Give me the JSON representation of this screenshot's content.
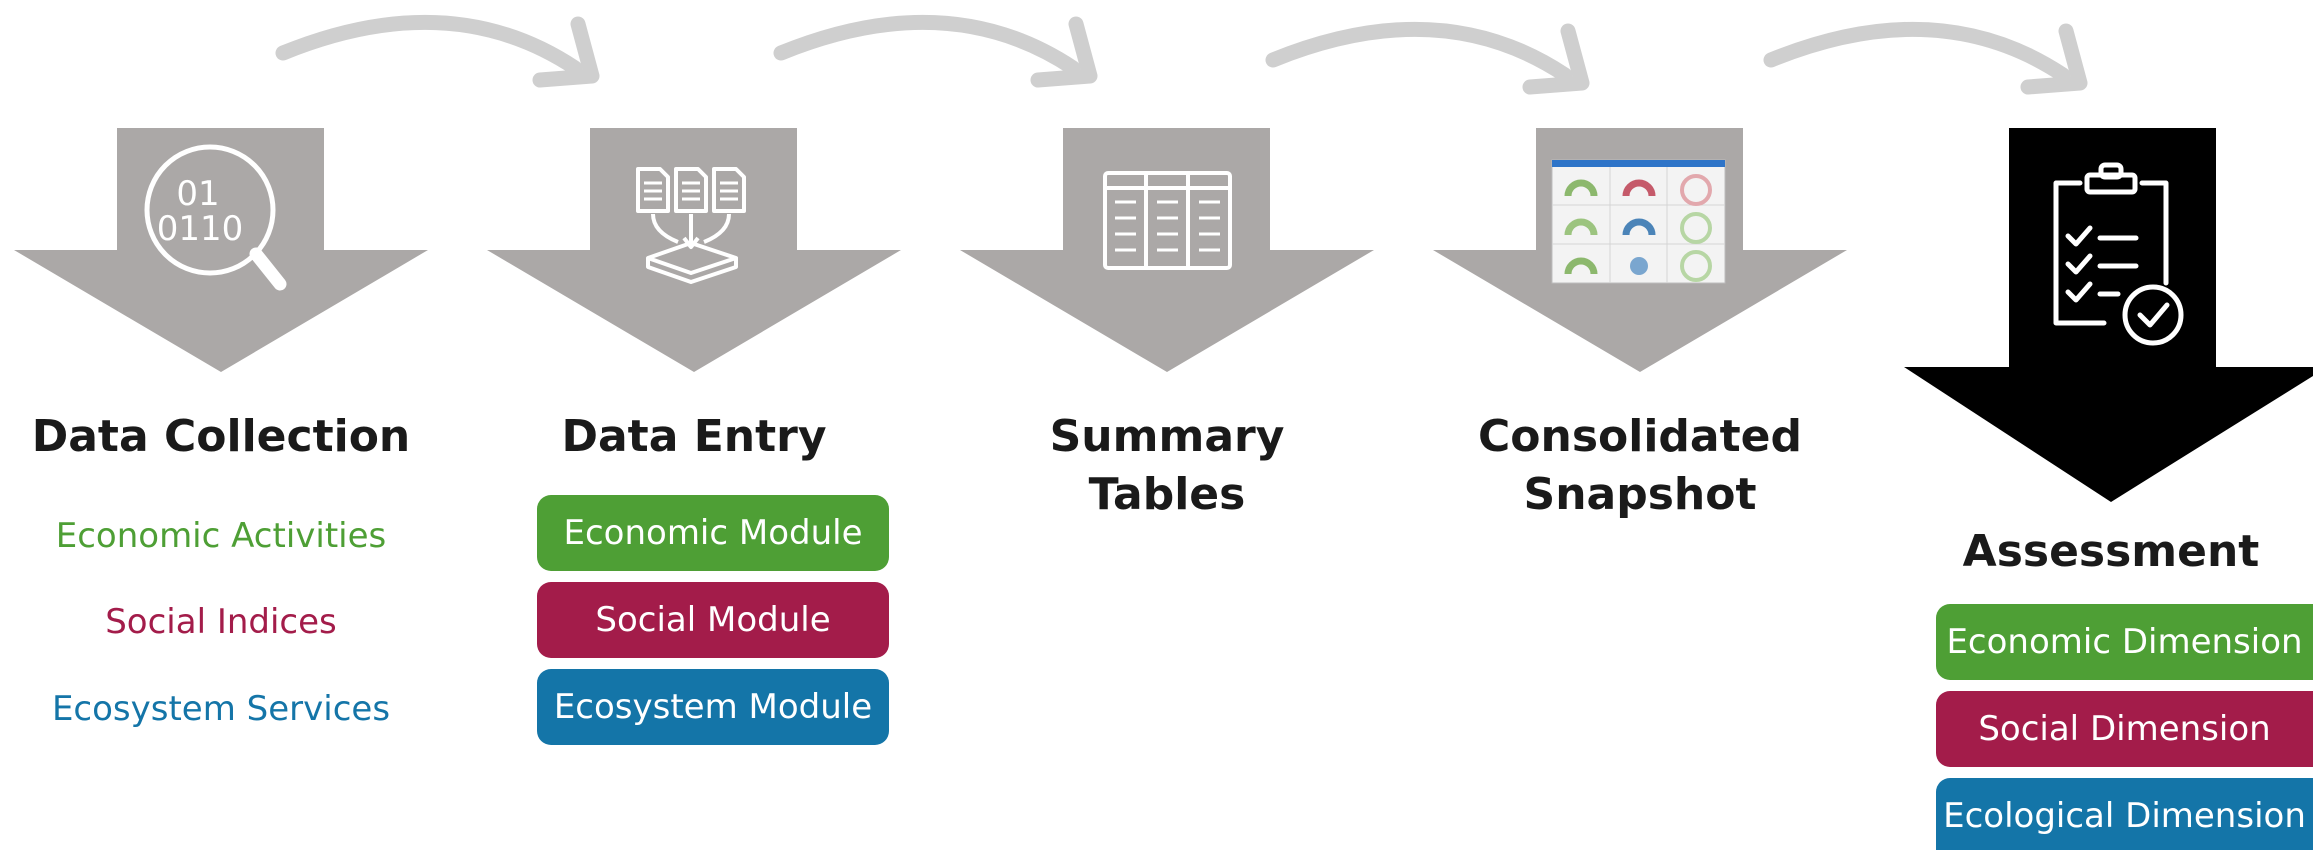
{
  "colors": {
    "gray_arrow": "#aba8a7",
    "black_arrow": "#000000",
    "economic": "#4e9f35",
    "social": "#a31c4a",
    "ecosystem": "#1475a8"
  },
  "steps": [
    {
      "title": "Data Collection",
      "icon": "binary-magnifier-icon",
      "items": [
        "Economic Activities",
        "Social Indices",
        "Ecosystem Services"
      ]
    },
    {
      "title": "Data Entry",
      "icon": "documents-into-box-icon",
      "modules": [
        "Economic Module",
        "Social Module",
        "Ecosystem Module"
      ]
    },
    {
      "title": "Summary\nTables",
      "icon": "table-icon"
    },
    {
      "title": "Consolidated\nSnapshot",
      "icon": "dashboard-thumbnail-icon"
    },
    {
      "title": "Assessment",
      "icon": "clipboard-checklist-icon",
      "dimensions": [
        "Economic Dimension",
        "Social Dimension",
        "Ecological Dimension"
      ]
    }
  ],
  "icon_text": {
    "binary_line1": "01",
    "binary_line2": "0110"
  }
}
